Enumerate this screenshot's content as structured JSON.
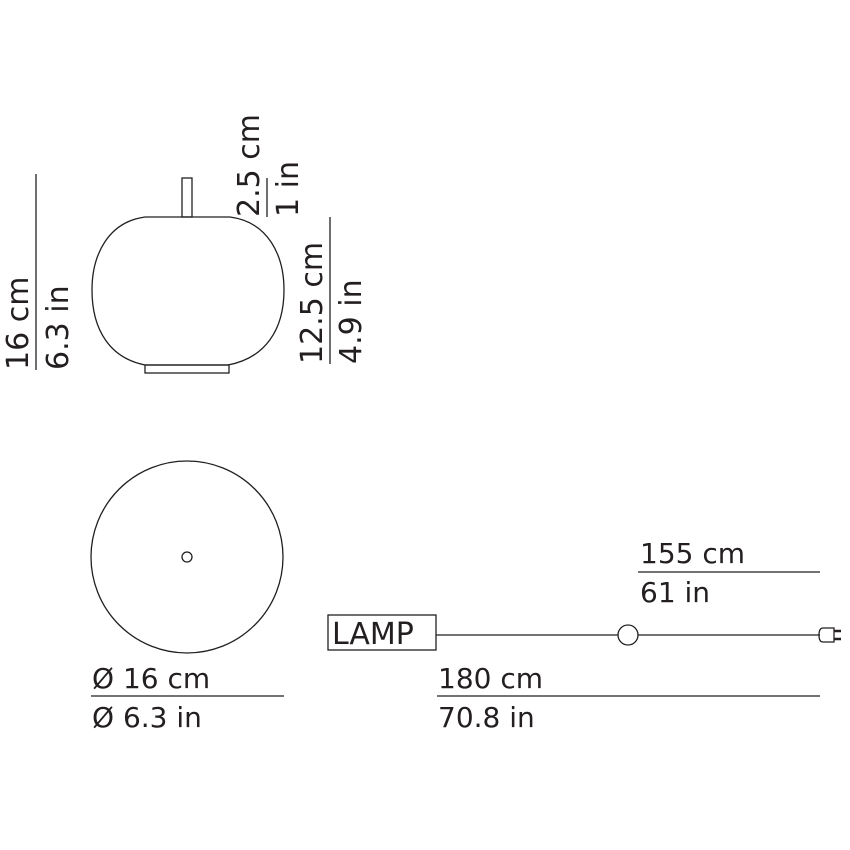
{
  "side_view": {
    "total_height": {
      "cm": "16 cm",
      "in": "6.3 in"
    },
    "stem_height": {
      "cm": "2.5 cm",
      "in": "1 in"
    },
    "shade_height": {
      "cm": "12.5 cm",
      "in": "4.9 in"
    }
  },
  "top_view": {
    "diameter": {
      "cm": "Ø 16 cm",
      "in": "Ø 6.3 in"
    }
  },
  "cable": {
    "lamp_label": "LAMP",
    "switch_distance": {
      "cm": "155 cm",
      "in": "61 in"
    },
    "total_length": {
      "cm": "180 cm",
      "in": "70.8 in"
    }
  },
  "colors": {
    "line": "#231f20",
    "background": "#ffffff"
  }
}
